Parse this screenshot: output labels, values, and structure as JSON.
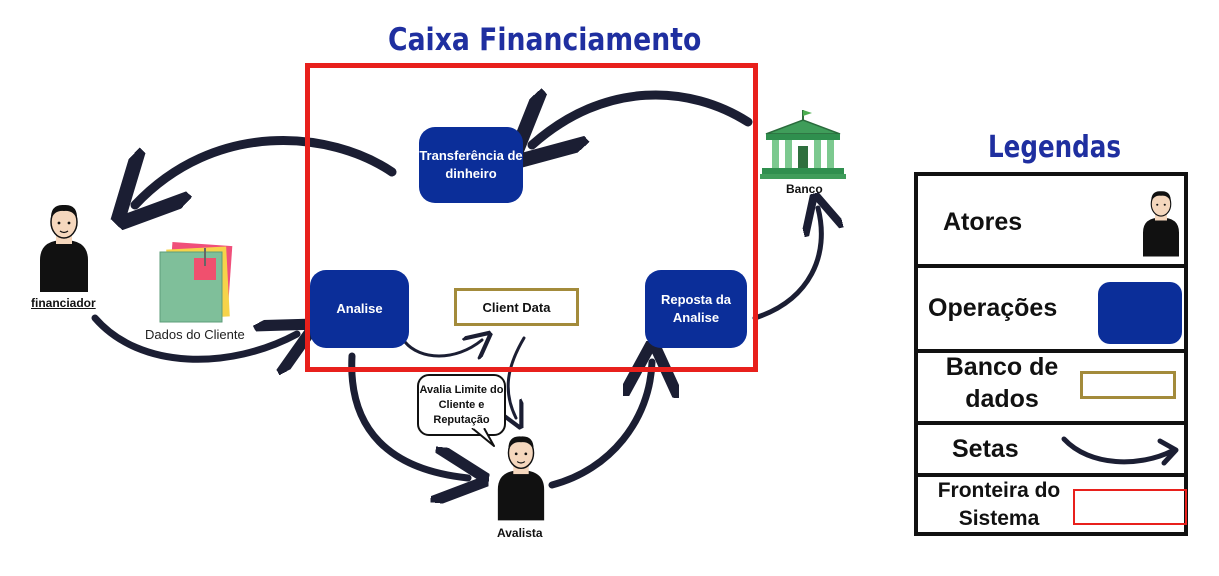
{
  "title": "Caixa Financiamento",
  "operations": {
    "transfer": "Transferência de dinheiro",
    "analise": "Analise",
    "resposta": "Reposta da Analise"
  },
  "database": {
    "client_data": "Client Data"
  },
  "actors": {
    "financiador": "financiador",
    "avalista": "Avalista",
    "banco": "Banco"
  },
  "documents": {
    "dados_cliente": "Dados do Cliente"
  },
  "bubble": {
    "text": "Avalia Limite do Cliente e Reputação"
  },
  "legend": {
    "title": "Legendas",
    "atores": "Atores",
    "operacoes": "Operações",
    "banco_dados": "Banco de dados",
    "setas": "Setas",
    "fronteira": "Fronteira do Sistema"
  },
  "colors": {
    "title_blue": "#1f2fa0",
    "operation_blue": "#0b2e99",
    "boundary_red": "#e8201c",
    "database_gold": "#a38b3b",
    "bank_green": "#2f8f4e",
    "arrow_navy": "#1b1e33"
  }
}
